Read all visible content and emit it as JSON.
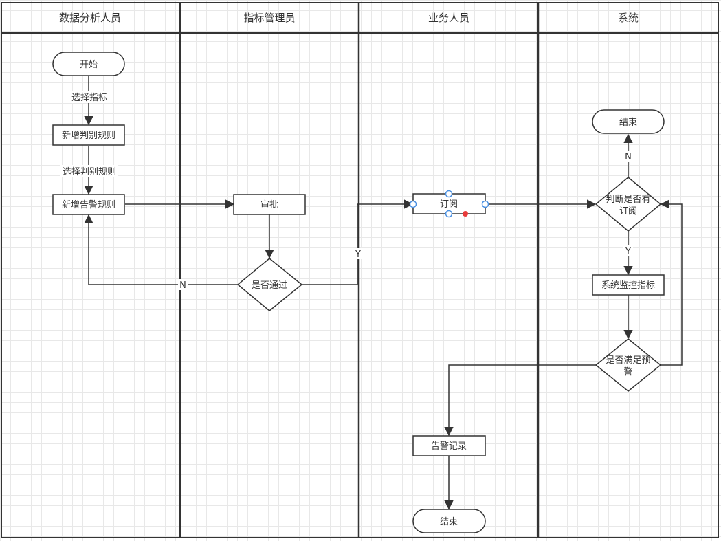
{
  "diagram": {
    "type": "swimlane-flowchart",
    "lanes": [
      {
        "id": "analyst",
        "title": "数据分析人员"
      },
      {
        "id": "manager",
        "title": "指标管理员"
      },
      {
        "id": "business",
        "title": "业务人员"
      },
      {
        "id": "system",
        "title": "系统"
      }
    ],
    "nodes": {
      "start": {
        "label": "开始",
        "shape": "terminator",
        "lane": "analyst"
      },
      "add_judge_rule": {
        "label": "新增判别规则",
        "shape": "process",
        "lane": "analyst"
      },
      "add_alert_rule": {
        "label": "新增告警规则",
        "shape": "process",
        "lane": "analyst"
      },
      "approve": {
        "label": "审批",
        "shape": "process",
        "lane": "manager"
      },
      "passed": {
        "label": "是否通过",
        "shape": "decision",
        "lane": "manager"
      },
      "subscribe": {
        "label": "订阅",
        "shape": "process",
        "lane": "business",
        "selected": true
      },
      "alert_record": {
        "label": "告警记录",
        "shape": "process",
        "lane": "business"
      },
      "end_business": {
        "label": "结束",
        "shape": "terminator",
        "lane": "business"
      },
      "end_system": {
        "label": "结束",
        "shape": "terminator",
        "lane": "system"
      },
      "has_subscription": {
        "label_line1": "判断是否有",
        "label_line2": "订阅",
        "shape": "decision",
        "lane": "system"
      },
      "monitor": {
        "label": "系统监控指标",
        "shape": "process",
        "lane": "system"
      },
      "meets_alert": {
        "label_line1": "是否满足预",
        "label_line2": "警",
        "shape": "decision",
        "lane": "system"
      }
    },
    "edges": [
      {
        "from": "start",
        "to": "add_judge_rule",
        "label": "选择指标"
      },
      {
        "from": "add_judge_rule",
        "to": "add_alert_rule",
        "label": "选择判别规则"
      },
      {
        "from": "add_alert_rule",
        "to": "approve",
        "label": ""
      },
      {
        "from": "approve",
        "to": "passed",
        "label": ""
      },
      {
        "from": "passed",
        "to": "add_alert_rule",
        "label": "N"
      },
      {
        "from": "passed",
        "to": "subscribe",
        "label": "Y"
      },
      {
        "from": "subscribe",
        "to": "has_subscription",
        "label": ""
      },
      {
        "from": "has_subscription",
        "to": "end_system",
        "label": "N"
      },
      {
        "from": "has_subscription",
        "to": "monitor",
        "label": "Y"
      },
      {
        "from": "monitor",
        "to": "meets_alert",
        "label": ""
      },
      {
        "from": "meets_alert",
        "to": "has_subscription",
        "label": ""
      },
      {
        "from": "meets_alert",
        "to": "alert_record",
        "label": ""
      },
      {
        "from": "alert_record",
        "to": "end_business",
        "label": ""
      }
    ],
    "colors": {
      "stroke": "#333333",
      "text": "#333333",
      "grid": "#e8e8e8",
      "selection_handle": "#4a90e2",
      "selection_dot": "#e83b3b"
    }
  }
}
